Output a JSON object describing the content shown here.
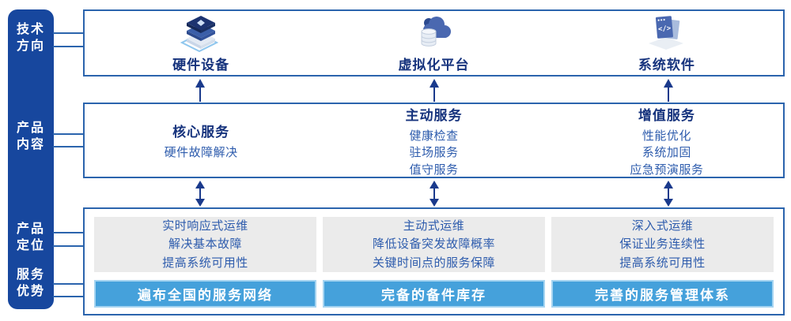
{
  "sidebar": {
    "items": [
      {
        "id": "tech-direction",
        "label": "技术\n方向"
      },
      {
        "id": "product-content",
        "label": "产品\n内容"
      },
      {
        "id": "product-positioning",
        "label": "产品\n定位"
      },
      {
        "id": "service-advantage",
        "label": "服务\n优势"
      }
    ]
  },
  "tech_row": {
    "items": [
      {
        "icon": "hardware-stack-icon",
        "label": "硬件设备"
      },
      {
        "icon": "cloud-database-icon",
        "label": "虚拟化平台"
      },
      {
        "icon": "code-window-icon",
        "label": "系统软件",
        "icon_glyph": "</>"
      }
    ]
  },
  "content_row": {
    "items": [
      {
        "title": "核心服务",
        "lines": "硬件故障解决"
      },
      {
        "title": "主动服务",
        "lines": "健康检查\n驻场服务\n值守服务"
      },
      {
        "title": "增值服务",
        "lines": "性能优化\n系统加固\n应急预演服务"
      }
    ]
  },
  "positioning_row": {
    "items": [
      {
        "description": "实时响应式运维\n解决基本故障\n提高系统可用性",
        "advantage": "遍布全国的服务网络"
      },
      {
        "description": "主动式运维\n降低设备突发故障概率\n关键时间点的服务保障",
        "advantage": "完备的备件库存"
      },
      {
        "description": "深入式运维\n保证业务连续性\n提高系统可用性",
        "advantage": "完善的服务管理体系"
      }
    ]
  },
  "colors": {
    "sidebar_bg": "#17479E",
    "box_border": "#2B64AD",
    "title_text": "#16337D",
    "body_text": "#2E5CAD",
    "gray_panel": "#EBEBEB",
    "advantage_bar": "#45A1DB",
    "arrow": "#1A3A8C"
  }
}
